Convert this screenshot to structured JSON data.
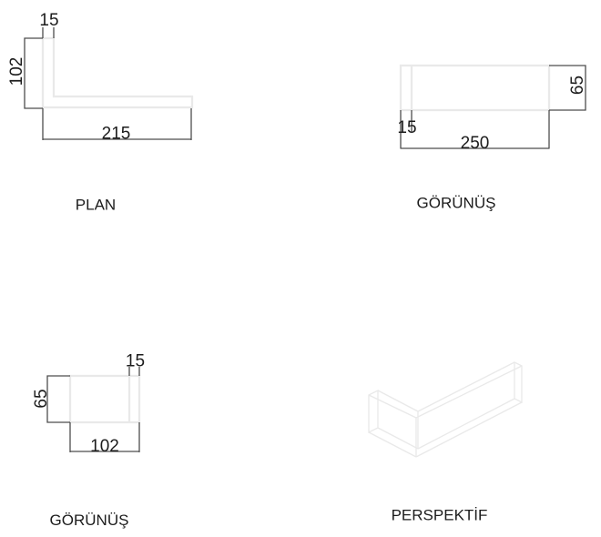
{
  "sheet": {
    "background": "#ffffff",
    "colors": {
      "part_outline": "#e9e9e9",
      "dimension_line": "#4d4d4d",
      "text": "#1c1c1c"
    }
  },
  "views": {
    "plan": {
      "label": "PLAN",
      "dimensions": {
        "top_width": "15",
        "left_height": "102",
        "bottom_length": "215"
      }
    },
    "front": {
      "label": "GÖRÜNÜŞ",
      "dimensions": {
        "left_thickness": "15",
        "right_height": "65",
        "bottom_length": "250"
      }
    },
    "side": {
      "label": "GÖRÜNÜŞ",
      "dimensions": {
        "top_thickness": "15",
        "left_height": "65",
        "bottom_width": "102"
      }
    },
    "perspective": {
      "label": "PERSPEKTİF"
    }
  }
}
